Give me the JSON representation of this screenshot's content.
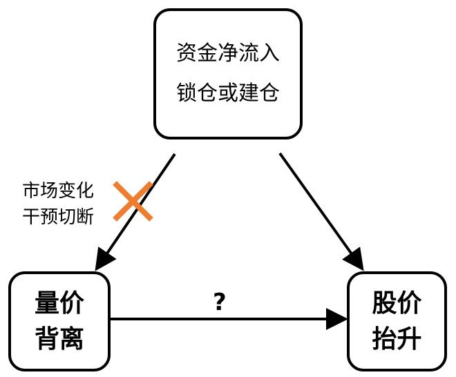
{
  "nodes": {
    "top": {
      "line1": "资金净流入",
      "line2": "锁仓或建仓"
    },
    "left": {
      "line1": "量价",
      "line2": "背离"
    },
    "right": {
      "line1": "股价",
      "line2": "抬升"
    }
  },
  "edge_label": {
    "line1": "市场变化",
    "line2": "干预切断"
  },
  "question_mark": "?",
  "colors": {
    "cross": "#ED7D31",
    "stroke": "#000000"
  }
}
